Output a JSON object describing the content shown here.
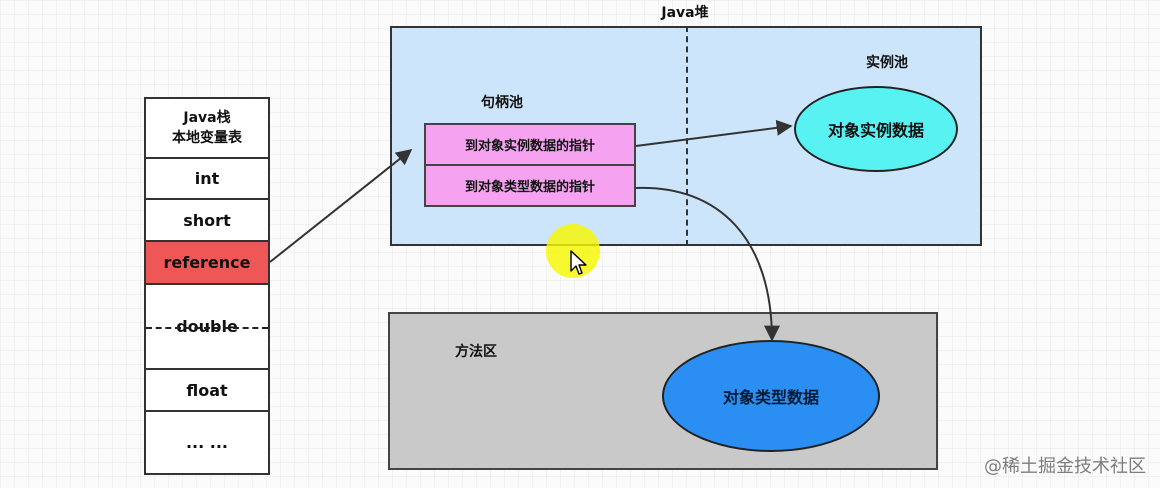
{
  "diagram": {
    "heap": {
      "title": "Java堆",
      "handle_pool_label": "句柄池",
      "instance_pool_label": "实例池",
      "handle_rows": [
        "到对象实例数据的指针",
        "到对象类型数据的指针"
      ],
      "instance_oval_label": "对象实例数据"
    },
    "method_area": {
      "label": "方法区",
      "type_oval_label": "对象类型数据"
    },
    "stack": {
      "title": "Java栈",
      "subtitle": "本地变量表",
      "cells": [
        "int",
        "short",
        "reference",
        "double",
        "float",
        "... ..."
      ]
    },
    "watermark": "@稀土掘金技术社区",
    "colors": {
      "heap_bg": "#cce5fb",
      "handle_bg": "#f5a3f0",
      "instance_oval": "#58f2f2",
      "type_oval": "#2b8ef3",
      "method_area_bg": "#c9c9c9",
      "reference_cell": "#ef5757",
      "cursor_highlight": "#f7f700"
    }
  }
}
